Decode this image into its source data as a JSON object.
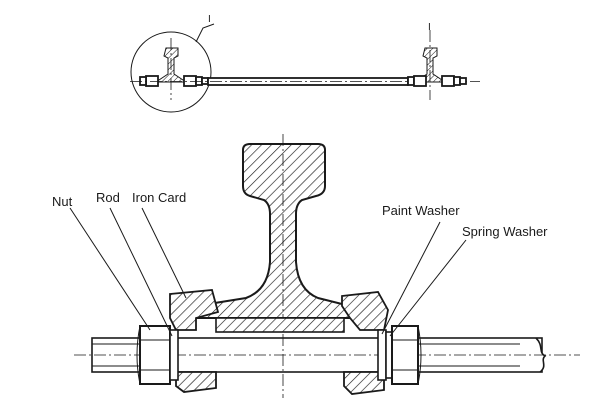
{
  "labels": {
    "nut": "Nut",
    "rod": "Rod",
    "iron_card": "Iron Card",
    "paint_washer": "Paint Washer",
    "spring_washer": "Spring Washer"
  },
  "overview": {
    "detail_ref_left": "I",
    "detail_ref_right": "I"
  },
  "colors": {
    "line": "#1a1a1a",
    "background": "#ffffff"
  }
}
